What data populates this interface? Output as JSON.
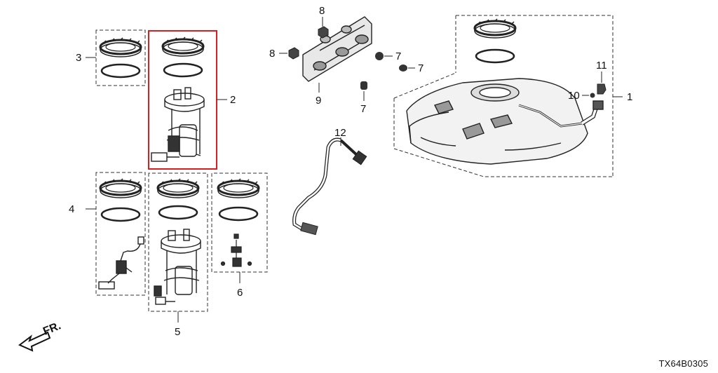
{
  "diagram": {
    "callouts": {
      "c1": "1",
      "c2": "2",
      "c3": "3",
      "c4": "4",
      "c5": "5",
      "c6": "6",
      "c7a": "7",
      "c7b": "7",
      "c7c": "7",
      "c8a": "8",
      "c8b": "8",
      "c9": "9",
      "c10": "10",
      "c11": "11",
      "c12": "12"
    },
    "front_label": "FR.",
    "diagram_code": "TX64B0305",
    "highlight_color": "#d81e1e",
    "line_color": "#222222"
  }
}
